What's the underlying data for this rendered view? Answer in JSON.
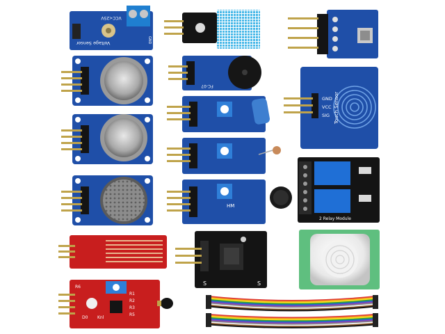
{
  "image": {
    "kind": "photo",
    "subject": "sensor-module-kit"
  },
  "labels": {
    "voltage_board": "Voltage Sensor",
    "voltage_vcc": "VCC<25V",
    "voltage_gnd": "GND",
    "buzzer_board": "FC-07",
    "touch_board": "Touch Sensor",
    "touch_gnd": "GND",
    "touch_vcc": "VCC",
    "touch_sig": "SIG",
    "relay_board": "2 Relay Module",
    "sound_hm": "HM",
    "pir_s_left": "S",
    "pir_s_right": "S",
    "flame_r6": "R6",
    "flame_d0": "D0",
    "flame_r1": "R1",
    "flame_r2": "R2",
    "flame_r3": "R3",
    "flame_r5": "R5",
    "flame_knl": "Knl"
  },
  "colors": {
    "blue_board": "#1f4fa8",
    "blue_board_dark": "#173c82",
    "red_board": "#c81e1e",
    "black_board": "#141414",
    "green_board": "#5fbf7f",
    "silver": "#b8b8b8",
    "pin_gold": "#bfa34a",
    "wire_colors": [
      "#d33",
      "#f5a623",
      "#f8e71c",
      "#2a9d3a",
      "#2366d1",
      "#8b3fb5",
      "#888888",
      "#ffffff",
      "#8b5a2b",
      "#111111"
    ]
  }
}
